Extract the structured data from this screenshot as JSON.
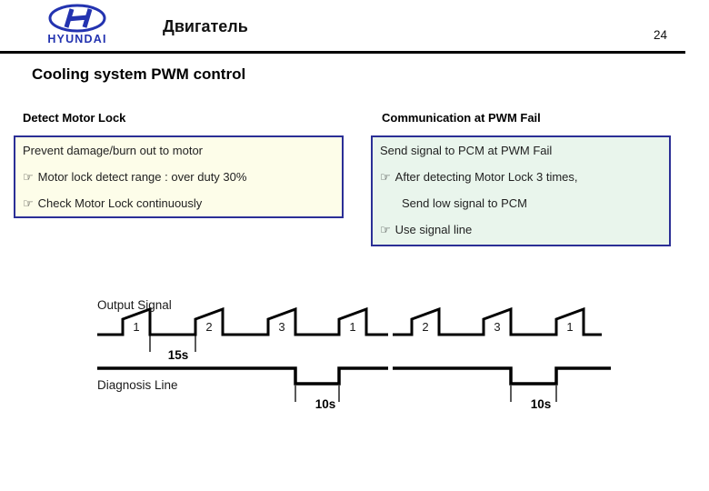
{
  "header": {
    "brand": "HYUNDAI",
    "title": "Двигатель",
    "page_number": "24"
  },
  "slide": {
    "heading": "Cooling system PWM control",
    "left_panel": {
      "heading": "Detect Motor Lock",
      "lines": [
        {
          "bullet": "",
          "text": "Prevent damage/burn out to motor"
        },
        {
          "bullet": "☞",
          "text": "Motor lock detect range : over duty 30%"
        },
        {
          "bullet": "☞",
          "text": "Check Motor Lock continuously"
        }
      ]
    },
    "right_panel": {
      "heading": "Communication at PWM Fail",
      "lines": [
        {
          "bullet": "",
          "text": "Send signal to PCM at PWM Fail"
        },
        {
          "bullet": "☞",
          "text": "After detecting Motor Lock 3 times,"
        },
        {
          "bullet": "",
          "text": "Send low signal to PCM"
        },
        {
          "bullet": "☞",
          "text": "Use signal line"
        }
      ]
    }
  },
  "waveform": {
    "output_label": "Output Signal",
    "diagnosis_label": "Diagnosis Line",
    "pulse_gap_duration": "15s",
    "diagnosis_low_duration": "10s",
    "pulse_groups": [
      {
        "pulses": [
          "1",
          "2",
          "3",
          "1"
        ]
      },
      {
        "pulses": [
          "2",
          "3",
          "1"
        ]
      }
    ]
  },
  "colors": {
    "brand_blue": "#2333B0",
    "box_border_navy": "#2B2F96",
    "left_box_bg": "#FDFDE9",
    "right_box_bg": "#E9F5EC",
    "waveform_line": "#000000"
  }
}
